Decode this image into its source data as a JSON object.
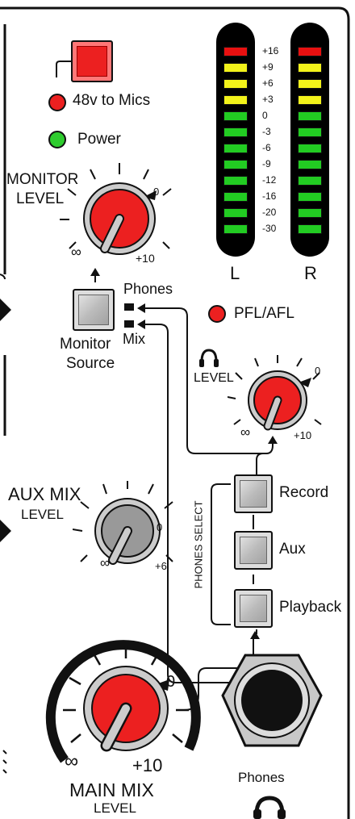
{
  "phantom": {
    "led_label": "48v to Mics",
    "color": "#ec2020"
  },
  "power": {
    "led_label": "Power",
    "color": "#2ecc2e"
  },
  "monitor_level": {
    "label_line1": "MONITOR",
    "label_line2": "LEVEL",
    "min": "∞",
    "max": "+10",
    "zero": "0"
  },
  "meters": {
    "left_label": "L",
    "right_label": "R",
    "scale": [
      "+16",
      "+9",
      "+6",
      "+3",
      "0",
      "-3",
      "-6",
      "-9",
      "-12",
      "-16",
      "-20",
      "-30"
    ],
    "segment_colors": [
      "#e81010",
      "#f2f21a",
      "#f2f21a",
      "#f2f21a",
      "#22cc22",
      "#22cc22",
      "#22cc22",
      "#22cc22",
      "#22cc22",
      "#22cc22",
      "#22cc22",
      "#22cc22"
    ]
  },
  "monitor_source": {
    "label_line1": "Monitor",
    "label_line2": "Source",
    "opt_phones": "Phones",
    "opt_mix": "Mix"
  },
  "pfl_afl": {
    "led_label": "PFL/AFL"
  },
  "phones_level": {
    "label": "LEVEL",
    "min": "∞",
    "max": "+10",
    "zero": "0"
  },
  "aux_mix": {
    "label_line1": "AUX MIX",
    "label_line2": "LEVEL",
    "min": "∞",
    "max": "+6",
    "zero": "0"
  },
  "phones_select": {
    "group_label": "PHONES SELECT",
    "record": "Record",
    "aux": "Aux",
    "playback": "Playback"
  },
  "main_mix": {
    "label_line1": "MAIN MIX",
    "label_line2": "LEVEL",
    "min": "∞",
    "max": "+10",
    "zero": "0"
  },
  "phones_jack": {
    "label": "Phones"
  }
}
